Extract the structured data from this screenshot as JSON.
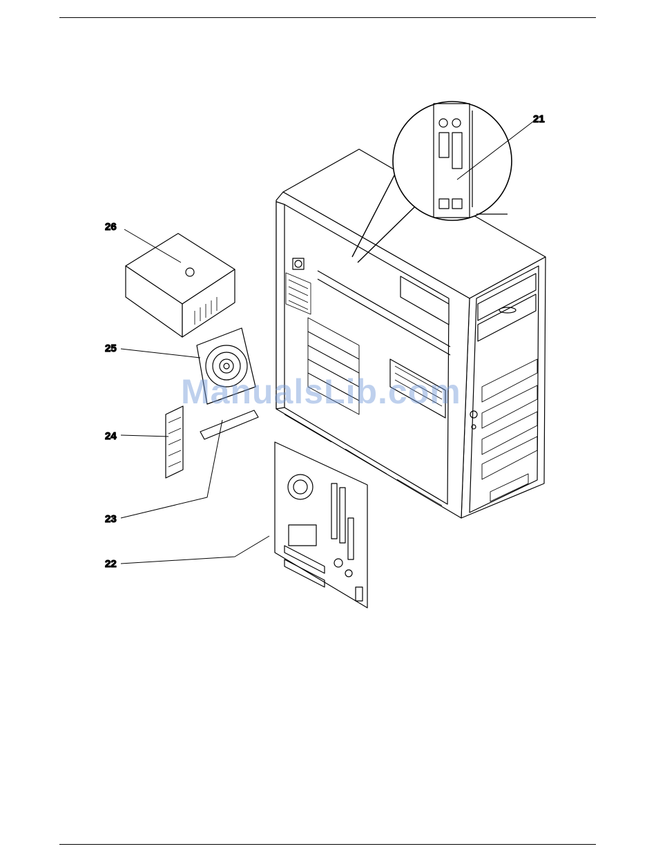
{
  "callouts": {
    "c21": "21",
    "c22": "22",
    "c23": "23",
    "c24": "24",
    "c25": "25",
    "c26": "26"
  },
  "watermark": "ManualsLib.com",
  "colors": {
    "line": "#000000",
    "watermark": "#7a9ad6"
  }
}
